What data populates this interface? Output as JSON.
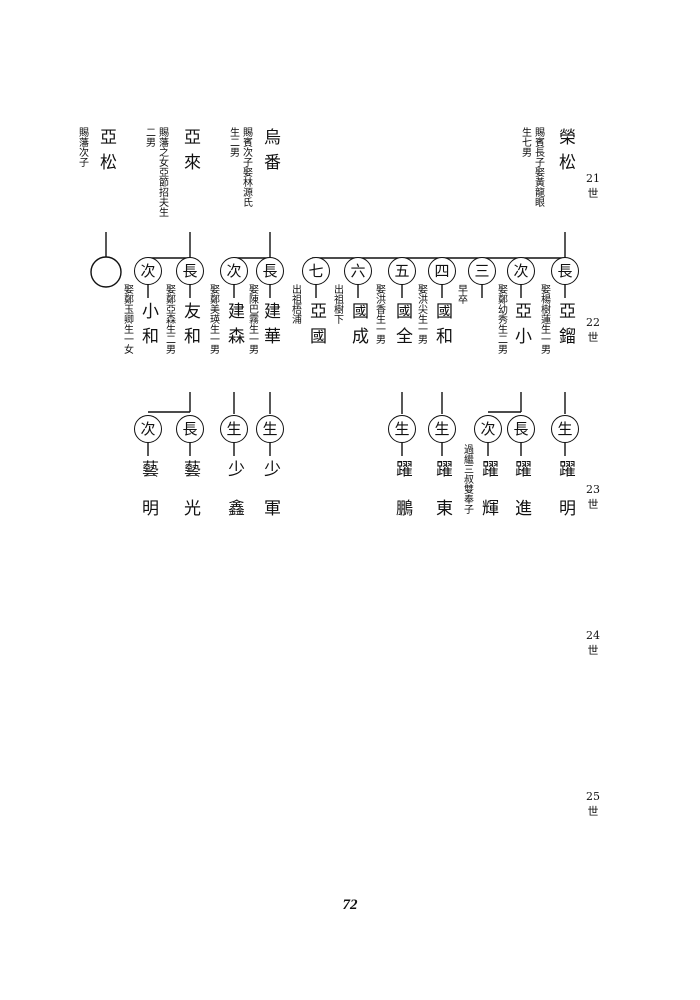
{
  "generations": [
    {
      "n": "21",
      "c": "世"
    },
    {
      "n": "22",
      "c": "世"
    },
    {
      "n": "23",
      "c": "世"
    },
    {
      "n": "24",
      "c": "世"
    },
    {
      "n": "25",
      "c": "世"
    }
  ],
  "gen21": [
    {
      "id": "rongsong",
      "name": "榮松",
      "note_a": "賜賓長子娶黃龍眼",
      "note_b": "生七男"
    },
    {
      "id": "wufan",
      "name": "烏番",
      "note_a": "賜賓次子娶林源氏",
      "note_b": "生二男"
    },
    {
      "id": "yalai",
      "name": "亞來",
      "note_a": "賜藩之女亞節招夫生",
      "note_b": "二男"
    },
    {
      "id": "yasong",
      "name": "亞松",
      "note_a": "賜藩次子",
      "note_b": ""
    }
  ],
  "gen22": [
    {
      "id": "yaliu",
      "mark": "長",
      "name": "亞鎦",
      "note_a": "娶楊樹蓮生一男"
    },
    {
      "id": "yaxiao",
      "mark": "次",
      "name": "亞小",
      "note_a": "娶鄭幼秀生二男"
    },
    {
      "id": "s3",
      "mark": "三",
      "name": "",
      "note_a": "早卒"
    },
    {
      "id": "guohe",
      "mark": "四",
      "name": "國和",
      "note_a": "娶洪尖生一男"
    },
    {
      "id": "guoquan",
      "mark": "五",
      "name": "國全",
      "note_a": "娶洪香生一男"
    },
    {
      "id": "guocheng",
      "mark": "六",
      "name": "國成",
      "note_a": "出祖樹下"
    },
    {
      "id": "yaguo",
      "mark": "七",
      "name": "亞國",
      "note_a": "出祖梧浦"
    },
    {
      "id": "jianhua",
      "mark": "長",
      "name": "建華",
      "note_a": "娶陳巴霧生一男"
    },
    {
      "id": "jiansen",
      "mark": "次",
      "name": "建森",
      "note_a": "娶鄭美瑛生一男"
    },
    {
      "id": "youhe",
      "mark": "長",
      "name": "友和",
      "note_a": "娶鄭亞森生二男"
    },
    {
      "id": "xiaohe",
      "mark": "次",
      "name": "小和",
      "note_a": "娶鄭玉卿生一女"
    }
  ],
  "gen23": [
    {
      "id": "luoming",
      "mark": "生",
      "name": "躍明",
      "note_a": ""
    },
    {
      "id": "luojin",
      "mark": "長",
      "name": "躍進",
      "note_a": ""
    },
    {
      "id": "luohui",
      "mark": "次",
      "name": "躍輝",
      "note_a": "過繼三叔雙奉子"
    },
    {
      "id": "luodong",
      "mark": "生",
      "name": "躍東",
      "note_a": ""
    },
    {
      "id": "luopeng",
      "mark": "生",
      "name": "躍鵬",
      "note_a": ""
    },
    {
      "id": "shaojun",
      "mark": "生",
      "name": "少軍",
      "note_a": ""
    },
    {
      "id": "shaoxin",
      "mark": "生",
      "name": "少鑫",
      "note_a": ""
    },
    {
      "id": "yiguang",
      "mark": "長",
      "name": "藝光",
      "note_a": ""
    },
    {
      "id": "yiming",
      "mark": "次",
      "name": "藝明",
      "note_a": ""
    }
  ],
  "page": {
    "number": "72"
  }
}
